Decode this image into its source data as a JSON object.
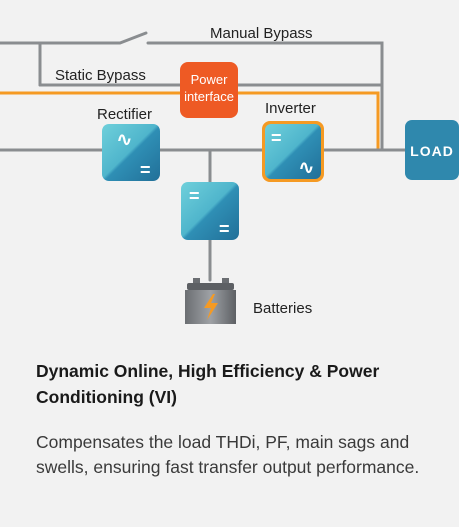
{
  "diagram": {
    "labels": {
      "manual_bypass": "Manual Bypass",
      "static_bypass": "Static Bypass",
      "power_interface_line1": "Power",
      "power_interface_line2": "interface",
      "rectifier": "Rectifier",
      "inverter": "Inverter",
      "load": "LOAD",
      "batteries": "Batteries"
    },
    "glyphs": {
      "ac": "∿",
      "dc": "="
    },
    "colors": {
      "wire_gray": "#8a8d90",
      "wire_orange": "#f59a23",
      "module_top": "#5fc3cf",
      "module_bottom": "#2a7fa8",
      "power_interface": "#ee5a24",
      "inverter_highlight": "#f59a23",
      "load_box": "#2f88ad"
    }
  },
  "text": {
    "heading": "Dynamic Online, High Efficiency & Power Conditioning (VI)",
    "description": "Compensates the load THDi, PF, main sags and swells, ensuring fast transfer output performance."
  }
}
